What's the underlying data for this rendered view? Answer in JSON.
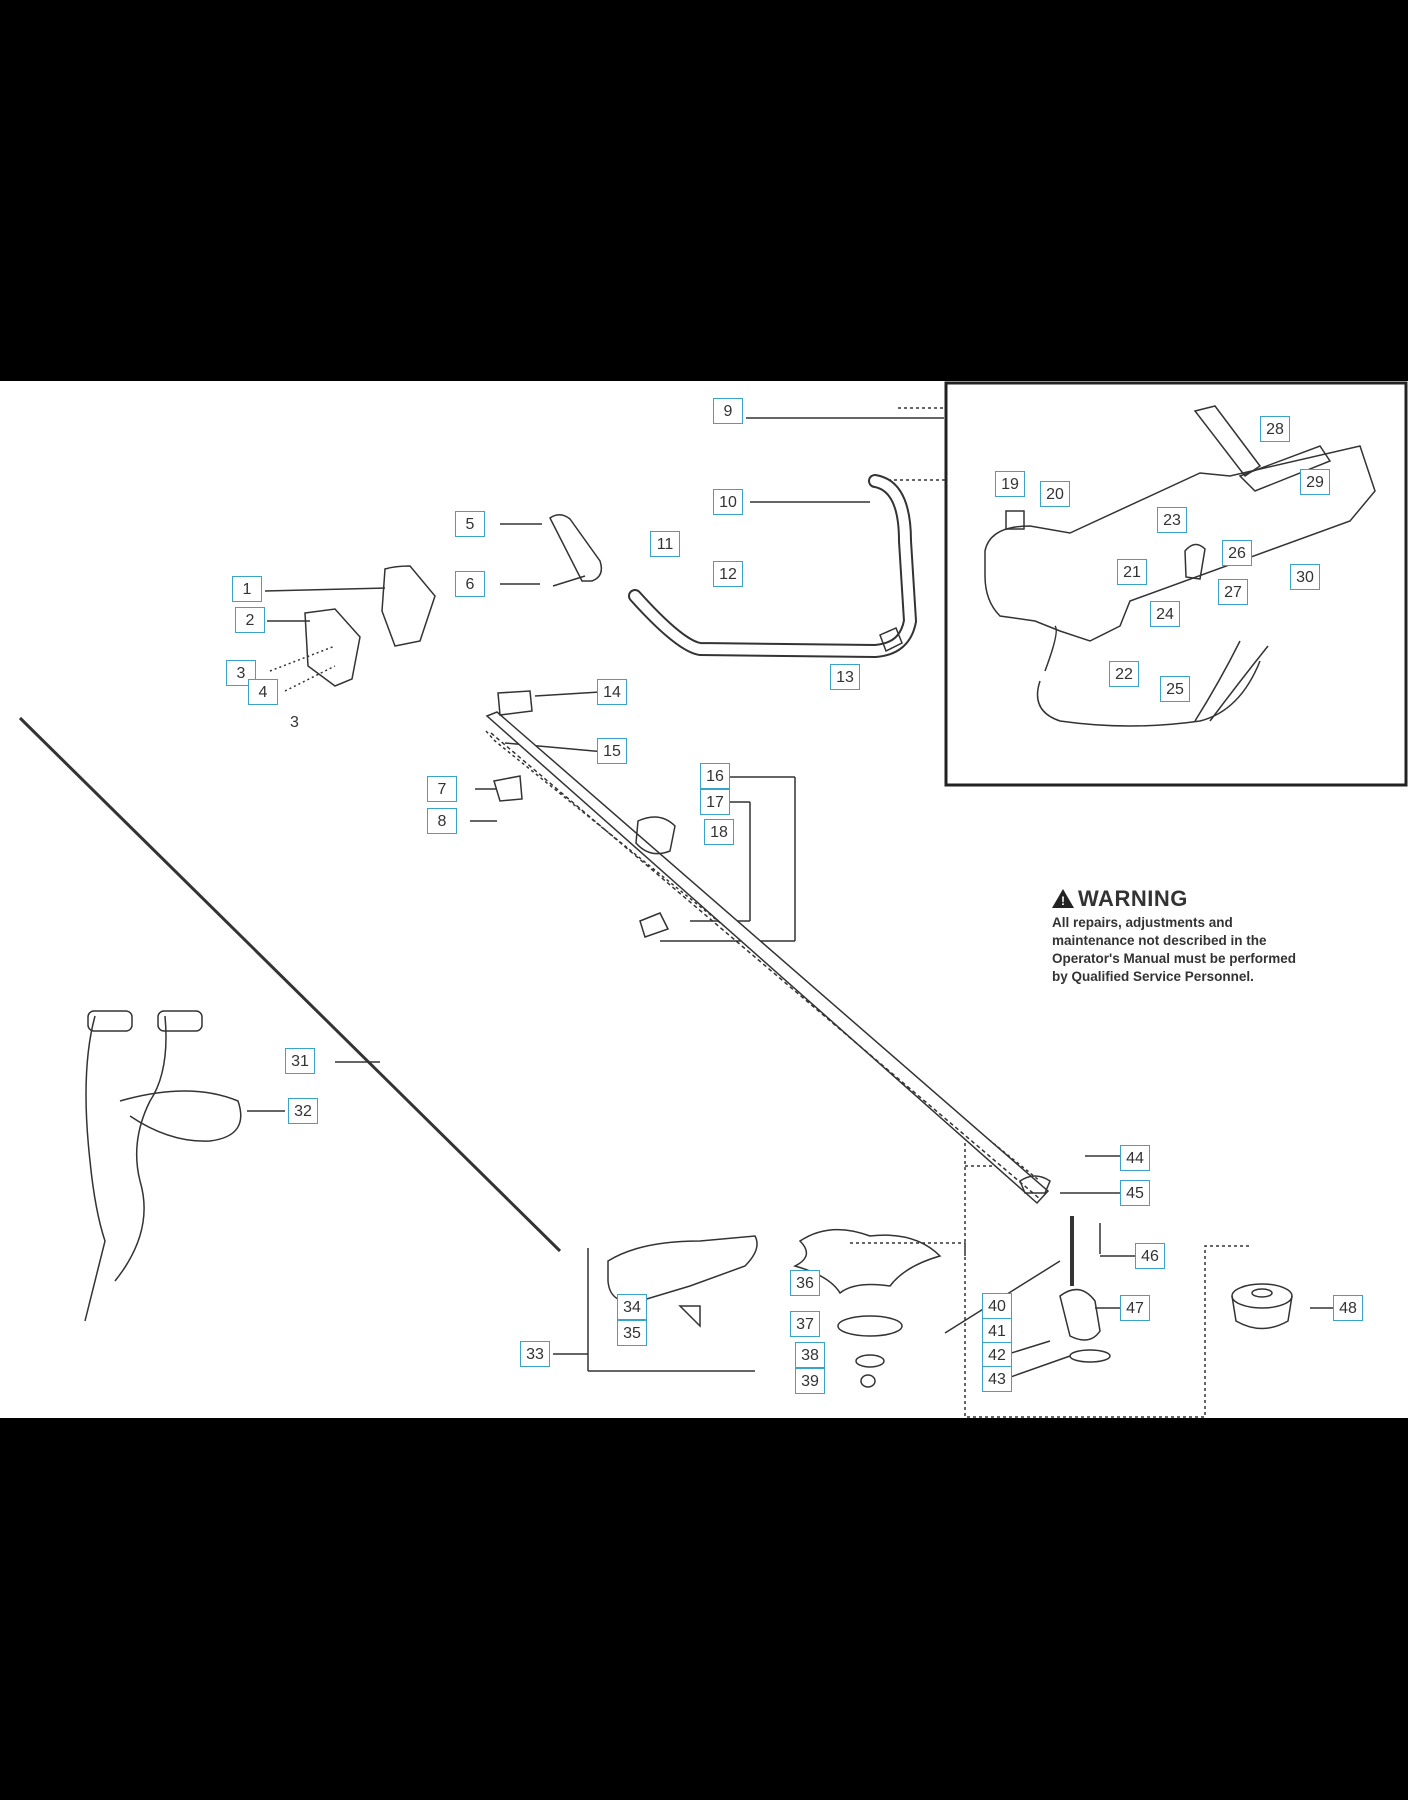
{
  "warning": {
    "title": "WARNING",
    "text": "All repairs, adjustments and maintenance not described in the Operator's Manual must be performed by Qualified Service Personnel."
  },
  "callouts": [
    "1",
    "2",
    "3",
    "4",
    "5",
    "6",
    "7",
    "8",
    "9",
    "10",
    "11",
    "12",
    "13",
    "14",
    "15",
    "16",
    "17",
    "18",
    "19",
    "20",
    "21",
    "22",
    "23",
    "24",
    "25",
    "26",
    "27",
    "28",
    "29",
    "30",
    "31",
    "32",
    "33",
    "34",
    "35",
    "36",
    "37",
    "38",
    "39",
    "40",
    "41",
    "42",
    "43",
    "44",
    "45",
    "46",
    "47",
    "48"
  ],
  "plain_labels": [
    "3"
  ]
}
